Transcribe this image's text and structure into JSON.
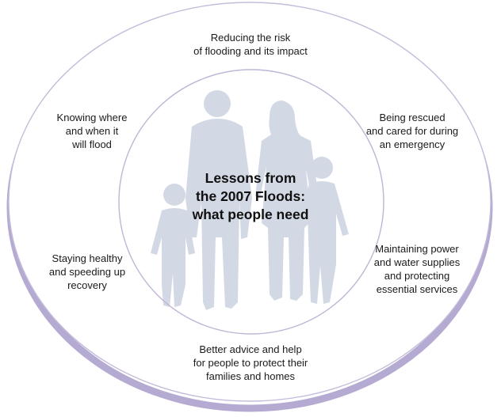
{
  "center": {
    "line1": "Lessons from",
    "line2": "the 2007 Floods:",
    "line3": "what people need"
  },
  "needs": {
    "top": [
      "Reducing the risk",
      "of flooding and its impact"
    ],
    "upper_left": [
      "Knowing where",
      "and when it",
      "will flood"
    ],
    "upper_right": [
      "Being rescued",
      "and cared for during",
      "an emergency"
    ],
    "lower_left": [
      "Staying healthy",
      "and speeding up",
      "recovery"
    ],
    "lower_right": [
      "Maintaining power",
      "and water supplies",
      "and protecting",
      "essential services"
    ],
    "bottom": [
      "Better advice and help",
      "for people to protect their",
      "families and homes"
    ]
  },
  "colors": {
    "ring_stroke": "#a79bc6",
    "ring_shadow": "#b5aad2",
    "silhouette": "#d3d9e4"
  },
  "icons": [
    "family-silhouette-icon"
  ]
}
